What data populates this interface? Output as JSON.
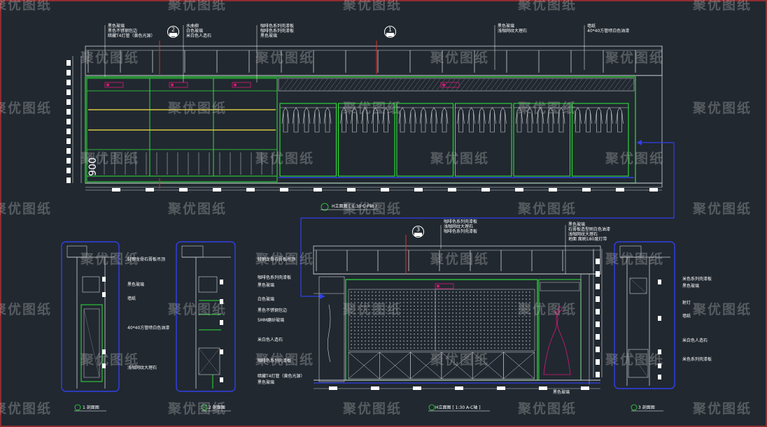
{
  "watermark": "聚优图纸",
  "elevation_top": {
    "callouts": [
      {
        "id": "c1",
        "lines": [
          "黑色玻璃",
          "黑色不锈钢包边",
          "暗藏T4灯管（黄色光源）"
        ]
      },
      {
        "id": "c2",
        "lines": [
          "水曲柳",
          "白色玻璃",
          "米白色人造石"
        ]
      },
      {
        "id": "c3",
        "lines": [
          "咖啡色系列壳漆板",
          "咖啡色系列壳漆板",
          "黑色玻璃"
        ]
      },
      {
        "id": "c4",
        "lines": [
          "黑色玻璃",
          "浅咖网纹大理石"
        ]
      },
      {
        "id": "c5",
        "lines": [
          "墙纸",
          "40*40方管喷白色油漆"
        ]
      }
    ],
    "markers": [
      "2",
      "1"
    ],
    "dimension": "900",
    "caption": "H立面图 [ 1:30 C-F轴 ]"
  },
  "elevation_bottom": {
    "callouts": [
      {
        "id": "d1",
        "lines": [
          "咖啡色系列壳漆板",
          "浅咖网纹大理石",
          "咖啡色系列壳漆板"
        ]
      },
      {
        "id": "d2",
        "lines": [
          "黑色玻璃",
          "石膏板造型刷白色油漆",
          "浅咖网纹大理石",
          "地面 面刷180度灯带"
        ]
      }
    ],
    "marker": "3",
    "bottom_note": "黑色玻璃",
    "caption": "H立面图 [ 1:30 A-C轴 ]"
  },
  "section1": {
    "callouts": [
      "轻钢龙骨石膏板吊顶",
      "黑色玻璃",
      "墙纸",
      "40*40方管喷白色油漆",
      "浅咖网纹大理石"
    ],
    "caption": "1 剖面图"
  },
  "section2": {
    "callouts": [
      "轻钢龙骨石膏板吊顶",
      "咖啡色系列壳漆板",
      "黑色玻璃",
      "白色玻璃",
      "黑色不锈钢包边",
      "5MM磨砂玻璃",
      "米白色人造石",
      "咖啡色系列壳漆板",
      "暗藏T4灯管（黄色光源）",
      "黑色玻璃"
    ],
    "caption": "2 剖面图"
  },
  "section3": {
    "callouts": [
      "米色系列壳漆板",
      "黑色玻璃",
      "射灯",
      "墙纸",
      "米白色人造石",
      "米色系列壳漆板"
    ],
    "caption": "3 剖面图"
  },
  "colors": {
    "background": "#212830",
    "frame_red": "#d83030",
    "panel_green": "#2fe03a",
    "callout_blue": "#3040e8",
    "shelf_yellow": "#d8c840",
    "line_white": "#ffffff",
    "brand_magenta": "#d81a78"
  }
}
